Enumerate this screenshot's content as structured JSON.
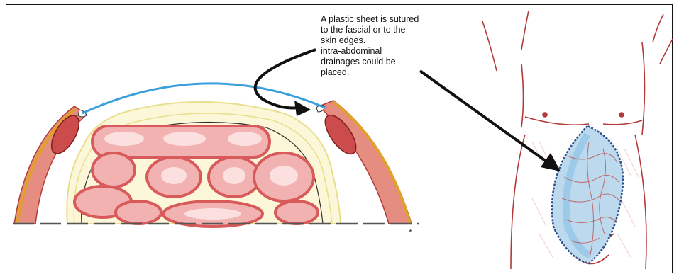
{
  "caption": {
    "lines": [
      "A plastic sheet is sutured",
      "to the fascial or to the",
      "skin edges.",
      "intra-abdominal",
      "drainages could be",
      "placed."
    ]
  },
  "colors": {
    "sheet": "#3aa0dc",
    "muscle": "#cc4b4b",
    "bowel_fill": "#f2b2b2",
    "bowel_edge": "#d95a5a",
    "fat_yellow": "#f1ea9a",
    "fascia_orange": "#e0a12a",
    "skin_pink": "#f0c8c4",
    "mesh_blue": "#8ec3e6",
    "ink": "#111111"
  }
}
